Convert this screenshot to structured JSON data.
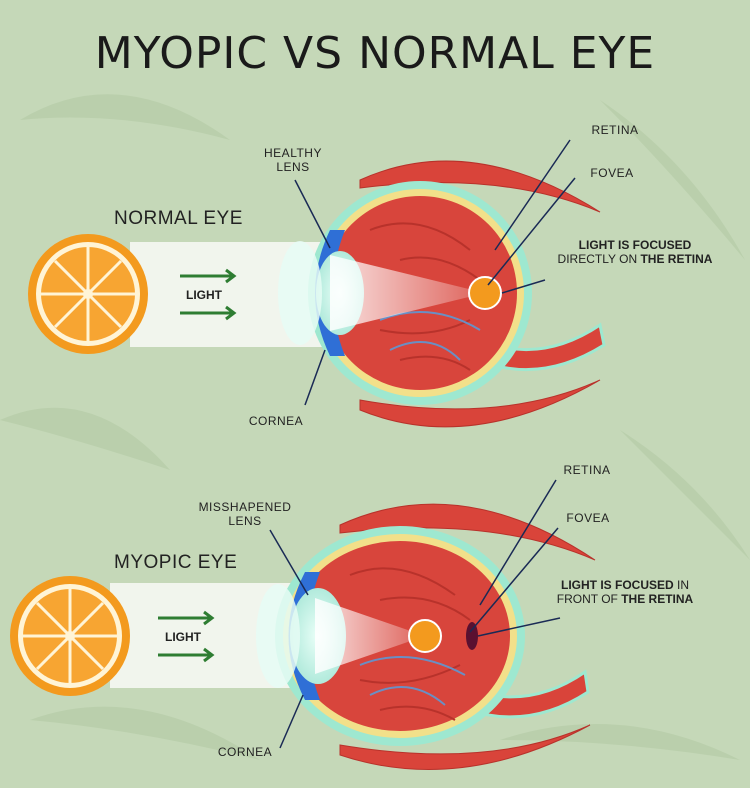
{
  "title": "MYOPIC VS NORMAL EYE",
  "normal": {
    "section": "NORMAL EYE",
    "light": "LIGHT",
    "lens": "HEALTHY\nLENS",
    "cornea": "CORNEA",
    "retina": "RETINA",
    "fovea": "FOVEA",
    "note_bold_1": "LIGHT IS FOCUSED",
    "note_plain_1": "",
    "note_plain_2": "DIRECTLY ON ",
    "note_bold_2": "THE RETINA"
  },
  "myopic": {
    "section": "MYOPIC EYE",
    "light": "LIGHT",
    "lens": "MISSHAPENED\nLENS",
    "cornea": "CORNEA",
    "retina": "RETINA",
    "fovea": "FOVEA",
    "note_bold_1": "LIGHT IS FOCUSED",
    "note_plain_1": " IN",
    "note_plain_2": "FRONT OF ",
    "note_bold_2": "THE RETINA"
  },
  "colors": {
    "background": "#c5d8b8",
    "muscle": "#d9443a",
    "eyeball": "#d8453c",
    "sclera_glow": "#9ee8d0",
    "retina_layer": "#f2e08a",
    "cornea": "#2f6fd6",
    "arrow": "#2e7d32",
    "orange": "#f39a1e"
  }
}
